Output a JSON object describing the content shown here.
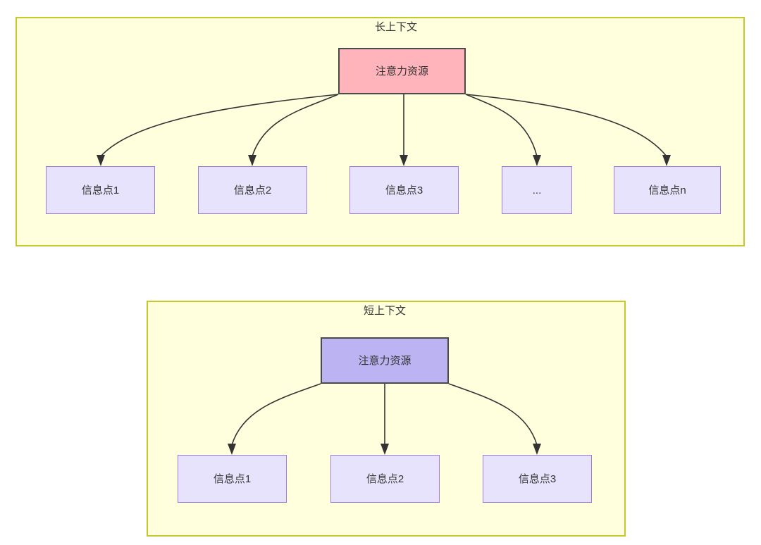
{
  "diagram": {
    "title_hidden": "",
    "panels": [
      {
        "id": "long-context",
        "title": "长上下文",
        "root": {
          "label": "注意力资源",
          "fill": "#ffb3ba",
          "border": "#4a4a4a"
        },
        "children": [
          {
            "label": "信息点1"
          },
          {
            "label": "信息点2"
          },
          {
            "label": "信息点3"
          },
          {
            "label": "..."
          },
          {
            "label": "信息点n"
          }
        ],
        "panel_fill": "#ffffdd",
        "panel_border": "#c7c72e"
      },
      {
        "id": "short-context",
        "title": "短上下文",
        "root": {
          "label": "注意力资源",
          "fill": "#bbb3f2",
          "border": "#4a4a4a"
        },
        "children": [
          {
            "label": "信息点1"
          },
          {
            "label": "信息点2"
          },
          {
            "label": "信息点3"
          }
        ],
        "panel_fill": "#ffffdd",
        "panel_border": "#c7c72e"
      }
    ],
    "colors": {
      "info_fill": "#e7e3fc",
      "info_border": "#9f7be0",
      "edge": "#333333",
      "text": "#333333"
    }
  }
}
